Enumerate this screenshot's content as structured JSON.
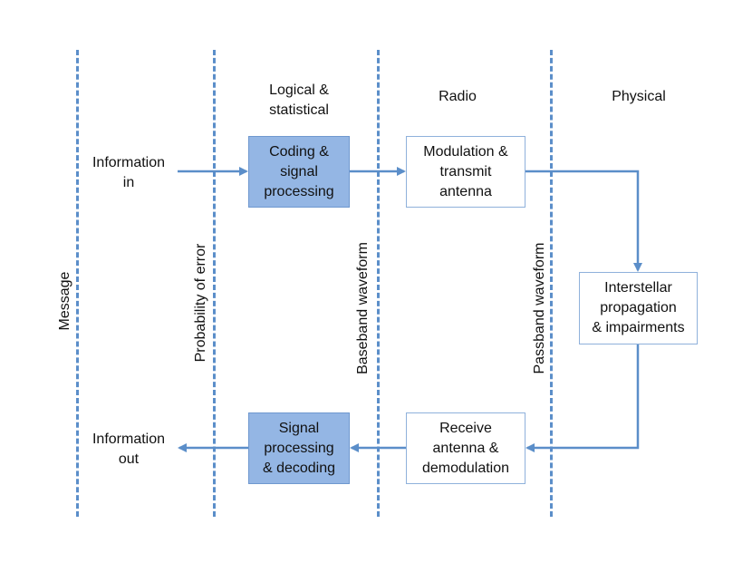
{
  "columns": {
    "logical": "Logical &\nstatistical",
    "radio": "Radio",
    "physical": "Physical"
  },
  "dividers": {
    "message": "Message",
    "probability_of_error": "Probability of error",
    "baseband_waveform": "Baseband waveform",
    "passband_waveform": "Passband waveform"
  },
  "endpoints": {
    "information_in": "Information\nin",
    "information_out": "Information\nout"
  },
  "blocks": {
    "coding": "Coding &\nsignal\nprocessing",
    "modulation": "Modulation &\ntransmit\nantenna",
    "interstellar": "Interstellar\npropagation\n& impairments",
    "receive": "Receive\nantenna &\ndemodulation",
    "decoding": "Signal\nprocessing\n& decoding"
  },
  "colors": {
    "line": "#5b8ec9",
    "filled_block": "#94b6e4"
  }
}
